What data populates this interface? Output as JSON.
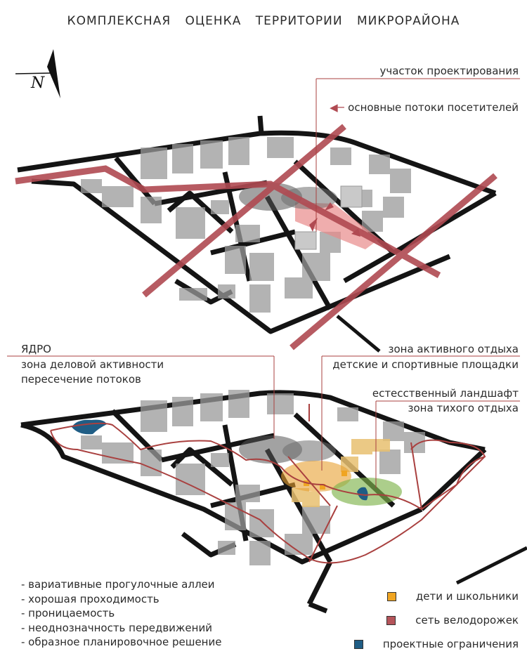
{
  "title": "КОМПЛЕКСНАЯ ОЦЕНКА ТЕРРИТОРИИ МИКРОРАЙОНА",
  "compass_letter": "N",
  "labels": {
    "site": "участок проектирования",
    "flows": "основные потоки посетителей",
    "core_1": "ЯДРО",
    "core_2": "зона деловой активности",
    "core_3": "пересечение потоков",
    "active_1": "зона активного отдыха",
    "active_2": "детские и спортивные площадки",
    "natural_1": "естесственный ландшафт",
    "natural_2": "зона тихого отдыха"
  },
  "bullets": [
    "- вариативные прогулочные аллеи",
    "- хорошая проходимость",
    "- проницаемость",
    "- неоднозначность передвижений",
    "- образное планировочное решение"
  ],
  "legend": [
    {
      "label": "дети и школьники",
      "color": "#f0a522"
    },
    {
      "label": "сеть велодорожек",
      "color": "#b5545a"
    },
    {
      "label": "проектные ограничения",
      "color": "#1f5d85"
    }
  ],
  "colors": {
    "flow": "#b04a52",
    "bike": "#a9403f",
    "road": "#141414",
    "building": "#9a9a9a",
    "core": "#555555",
    "active": "#e8a030",
    "green": "#7fb34d",
    "water": "#1f5d85",
    "site": "#e88a8a"
  }
}
